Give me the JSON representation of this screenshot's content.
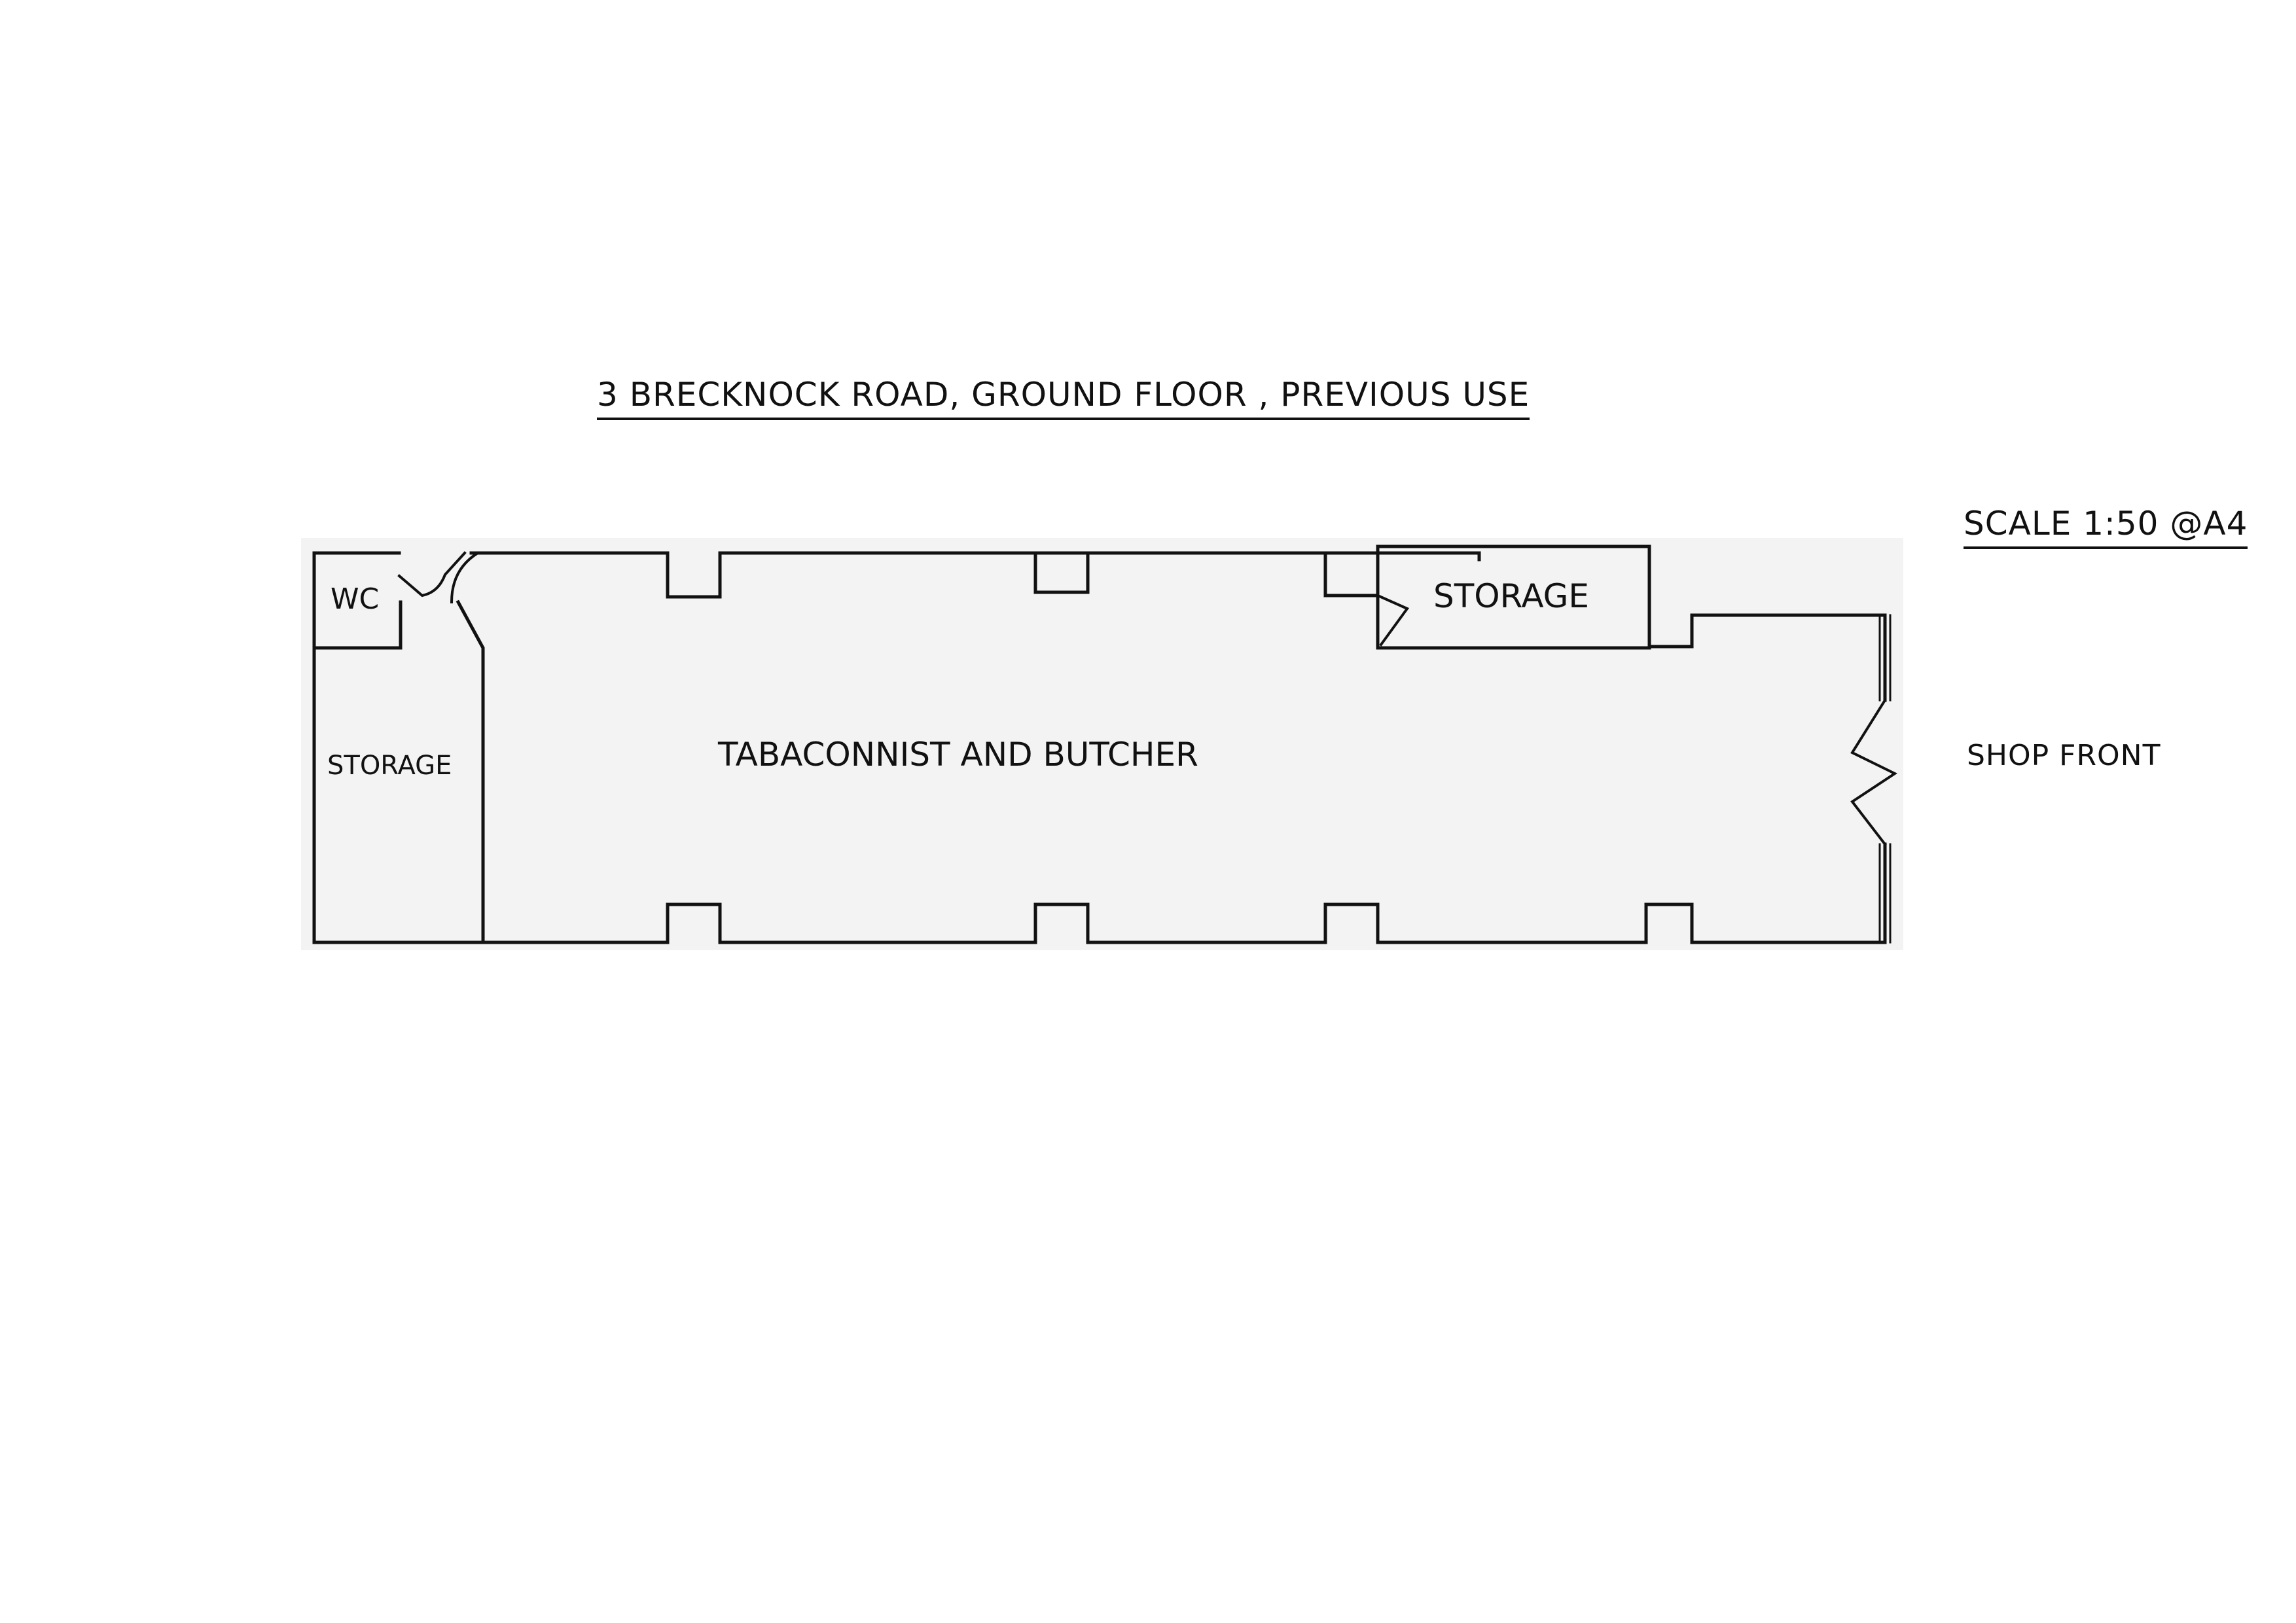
{
  "title": "3 BRECKNOCK ROAD, GROUND FLOOR , PREVIOUS USE",
  "scale": "SCALE 1:50 @A4",
  "exterior_labels": {
    "shop_front": "SHOP FRONT"
  },
  "rooms": {
    "wc": "WC",
    "rear_storage": "STORAGE",
    "main": "TABACONNIST AND BUTCHER",
    "side_storage": "STORAGE"
  },
  "colors": {
    "ink": "#111111",
    "paper": "#ffffff",
    "plan_fill": "#f3f3f3"
  }
}
